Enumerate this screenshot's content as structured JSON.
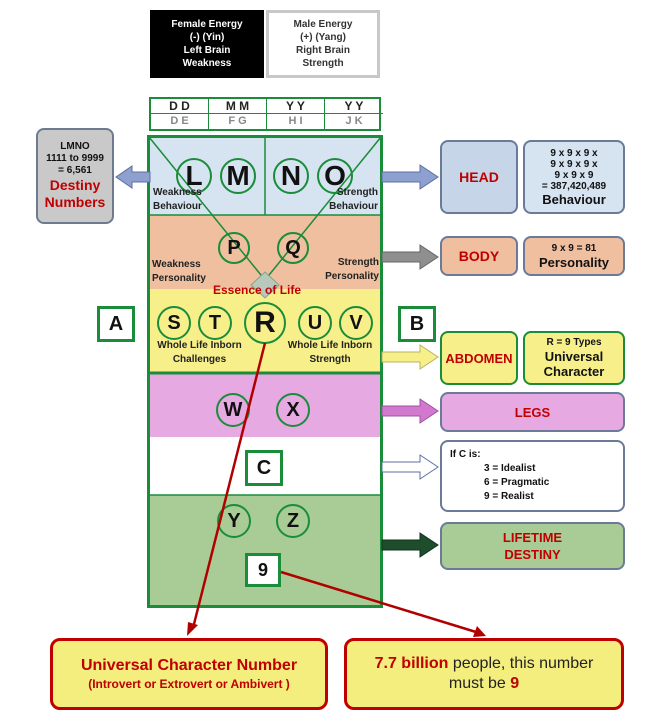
{
  "energy": {
    "female": [
      "Female Energy",
      "(-) (Yin)",
      "Left Brain",
      "Weakness"
    ],
    "male": [
      "Male Energy",
      "(+) (Yang)",
      "Right Brain",
      "Strength"
    ]
  },
  "grid": {
    "top": [
      "D D",
      "M M",
      "Y Y",
      "Y Y"
    ],
    "bottom": [
      "D E",
      "F G",
      "H I",
      "J K"
    ]
  },
  "letters": {
    "L": "L",
    "M": "M",
    "N": "N",
    "O": "O",
    "P": "P",
    "Q": "Q",
    "S": "S",
    "T": "T",
    "R": "R",
    "U": "U",
    "V": "V",
    "W": "W",
    "X": "X",
    "C": "C",
    "Y": "Y",
    "Z": "Z",
    "nine": "9"
  },
  "labels": {
    "head_left": [
      "Weakness",
      "Behaviour"
    ],
    "head_right": [
      "Strength",
      "Behaviour"
    ],
    "body_left": [
      "Weakness",
      "Personality"
    ],
    "body_right": [
      "Strength",
      "Personality"
    ],
    "essence": "Essence of Life",
    "abd_left": [
      "Whole Life Inborn",
      "Challenges"
    ],
    "abd_right": [
      "Whole Life Inborn",
      "Strength"
    ],
    "side_a": "A",
    "side_b": "B"
  },
  "lmno_box": {
    "lines": [
      "LMNO",
      "1111 to 9999",
      "= 6,561"
    ],
    "title": [
      "Destiny",
      "Numbers"
    ]
  },
  "right": {
    "head": "HEAD",
    "head_calc": [
      "9 x 9 x 9 x",
      "9 x 9 x 9 x",
      "9 x 9 x 9",
      "= 387,420,489"
    ],
    "head_calc_title": "Behaviour",
    "body": "BODY",
    "body_calc": "9 x 9 = 81",
    "body_calc_title": "Personality",
    "abdomen": "ABDOMEN",
    "abdomen_types": "R = 9 Types",
    "abdomen_title": [
      "Universal",
      "Character"
    ],
    "legs": "LEGS",
    "c_title": "If C is:",
    "c_items": [
      "3 = Idealist",
      "6 = Pragmatic",
      "9 = Realist"
    ],
    "lifetime": [
      "LIFETIME",
      "DESTINY"
    ]
  },
  "bottom": {
    "left_title": "Universal Character Number",
    "left_sub": "(Introvert or Extrovert or Ambivert )",
    "right_bold": "7.7 billion",
    "right_rest": " people, this number",
    "right_line2": "must be ",
    "right_nine": "9"
  },
  "colors": {
    "green": "#1a8c3a",
    "head": "#d6e3f0",
    "body": "#efbfa0",
    "abdomen": "#f7f08a",
    "legs": "#e6a9e2",
    "lifetime": "#a9cc96",
    "red": "#c00000"
  }
}
